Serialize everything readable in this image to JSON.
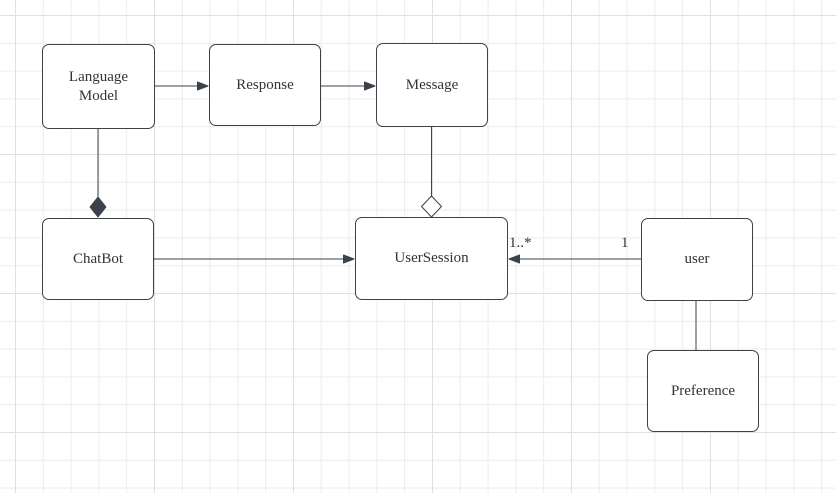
{
  "diagram": {
    "kind": "uml-class-diagram",
    "background": "grid-canvas"
  },
  "colors": {
    "stroke_color": "#3b424c",
    "edge_color": "#3b424c",
    "text_color": "#333333",
    "node_fill": "#ffffff",
    "canvas_bg": "#ffffff",
    "grid_minor": "#ececec",
    "grid_major": "#e0e0e0"
  },
  "nodes": {
    "language_model": {
      "label": "Language\nModel"
    },
    "response": {
      "label": "Response"
    },
    "message": {
      "label": "Message"
    },
    "chatbot": {
      "label": "ChatBot"
    },
    "user_session": {
      "label": "UserSession"
    },
    "user": {
      "label": "user"
    },
    "preference": {
      "label": "Preference"
    }
  },
  "edges": {
    "language_model_to_response": {
      "type": "directed-arrow"
    },
    "response_to_message": {
      "type": "directed-arrow"
    },
    "language_model_to_chatbot": {
      "type": "composition",
      "diamond": "filled",
      "diamond_at": "chatbot"
    },
    "message_to_user_session": {
      "type": "aggregation",
      "diamond": "hollow",
      "diamond_at": "user_session"
    },
    "chatbot_to_user_session": {
      "type": "directed-arrow"
    },
    "user_to_user_session": {
      "type": "directed-arrow",
      "source_multiplicity": "1",
      "target_multiplicity": "1..*"
    },
    "user_to_preference": {
      "type": "plain-line"
    }
  }
}
